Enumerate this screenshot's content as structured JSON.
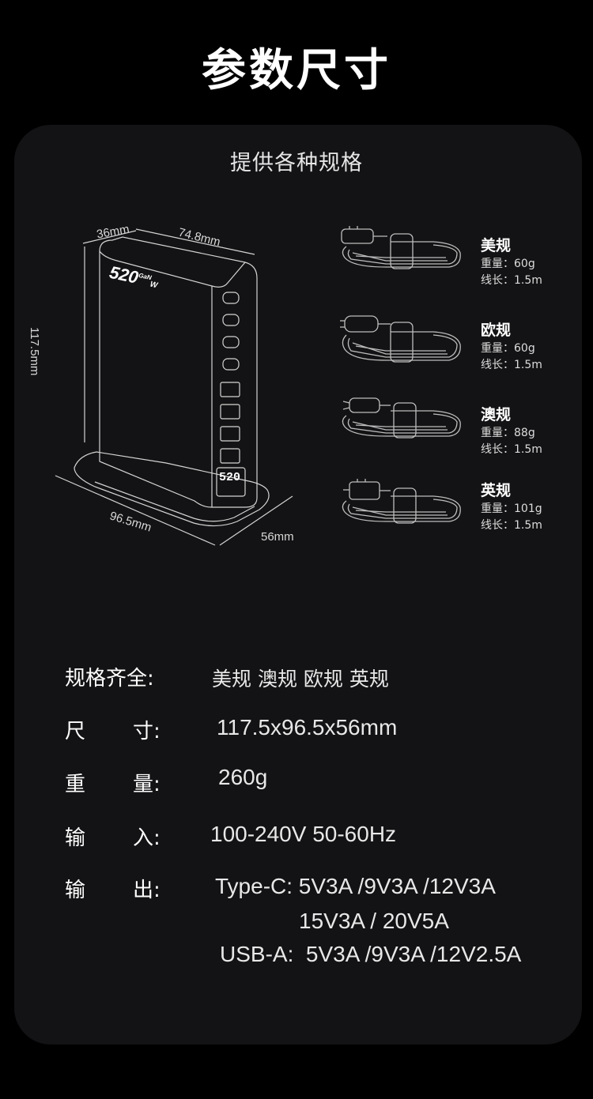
{
  "title": "参数尺寸",
  "subtitle": "提供各种规格",
  "dimensions": {
    "depth_top": "36mm",
    "width_top": "74.8mm",
    "height": "117.5mm",
    "base_length": "96.5mm",
    "base_depth": "56mm"
  },
  "device": {
    "brand_mark": "520",
    "brand_sub": "GaN",
    "brand_w": "W",
    "display": "520"
  },
  "cables": [
    {
      "name": "美规",
      "weight": "重量：60g",
      "length": "线长：1.5m"
    },
    {
      "name": "欧规",
      "weight": "重量：60g",
      "length": "线长：1.5m"
    },
    {
      "name": "澳规",
      "weight": "重量：88g",
      "length": "线长：1.5m"
    },
    {
      "name": "英规",
      "weight": "重量：101g",
      "length": "线长：1.5m"
    }
  ],
  "specs": {
    "standards": {
      "key": "规格齐全:",
      "value": "美规 澳规 欧规 英规"
    },
    "size": {
      "key1": "尺",
      "key2": "寸:",
      "value": "117.5x96.5x56mm"
    },
    "weight": {
      "key1": "重",
      "key2": "量:",
      "value": "260g"
    },
    "input": {
      "key1": "输",
      "key2": "入:",
      "value": "100-240V 50-60Hz"
    },
    "output": {
      "key1": "输",
      "key2": "出:",
      "line1": "Type-C: 5V3A /9V3A /12V3A",
      "line2": "15V3A / 20V5A",
      "line3": "USB-A:  5V3A /9V3A /12V2.5A"
    }
  }
}
